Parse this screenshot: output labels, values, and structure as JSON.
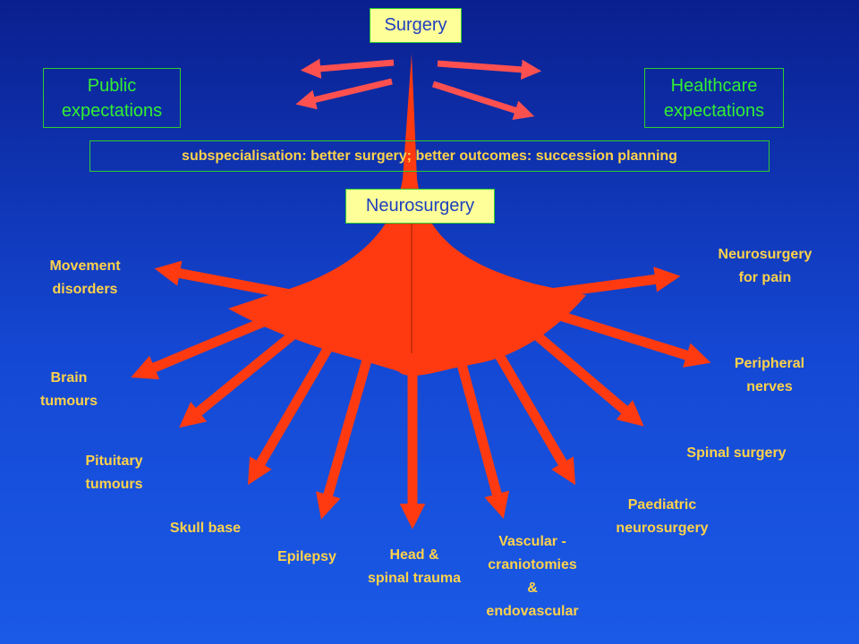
{
  "boxes": {
    "surgery": "Surgery",
    "neurosurgery": "Neurosurgery",
    "public": [
      "Public",
      "expectations"
    ],
    "healthcare": [
      "Healthcare",
      "expectations"
    ],
    "subspecialisation": "subspecialisation: better surgery; better outcomes: succession planning"
  },
  "branches": {
    "movement": [
      "Movement",
      "disorders"
    ],
    "brain": [
      "Brain",
      "tumours"
    ],
    "pituitary": [
      "Pituitary",
      "tumours"
    ],
    "skull": [
      "Skull base"
    ],
    "epilepsy": [
      "Epilepsy"
    ],
    "trauma": [
      "Head &",
      "spinal trauma"
    ],
    "vascular": [
      "Vascular -",
      "craniotomies",
      "&",
      "endovascular"
    ],
    "paediatric": [
      "Paediatric",
      "neurosurgery"
    ],
    "spinal": [
      "Spinal surgery"
    ],
    "peripheral": [
      "Peripheral",
      "nerves"
    ],
    "pain": [
      "Neurosurgery",
      "for pain"
    ]
  },
  "colors": {
    "arrow": "#ff3a10",
    "label": "#ffd24a",
    "box_border": "#2ecc2e",
    "box_fill": "#ffff99",
    "expectation_text": "#33ee33"
  }
}
